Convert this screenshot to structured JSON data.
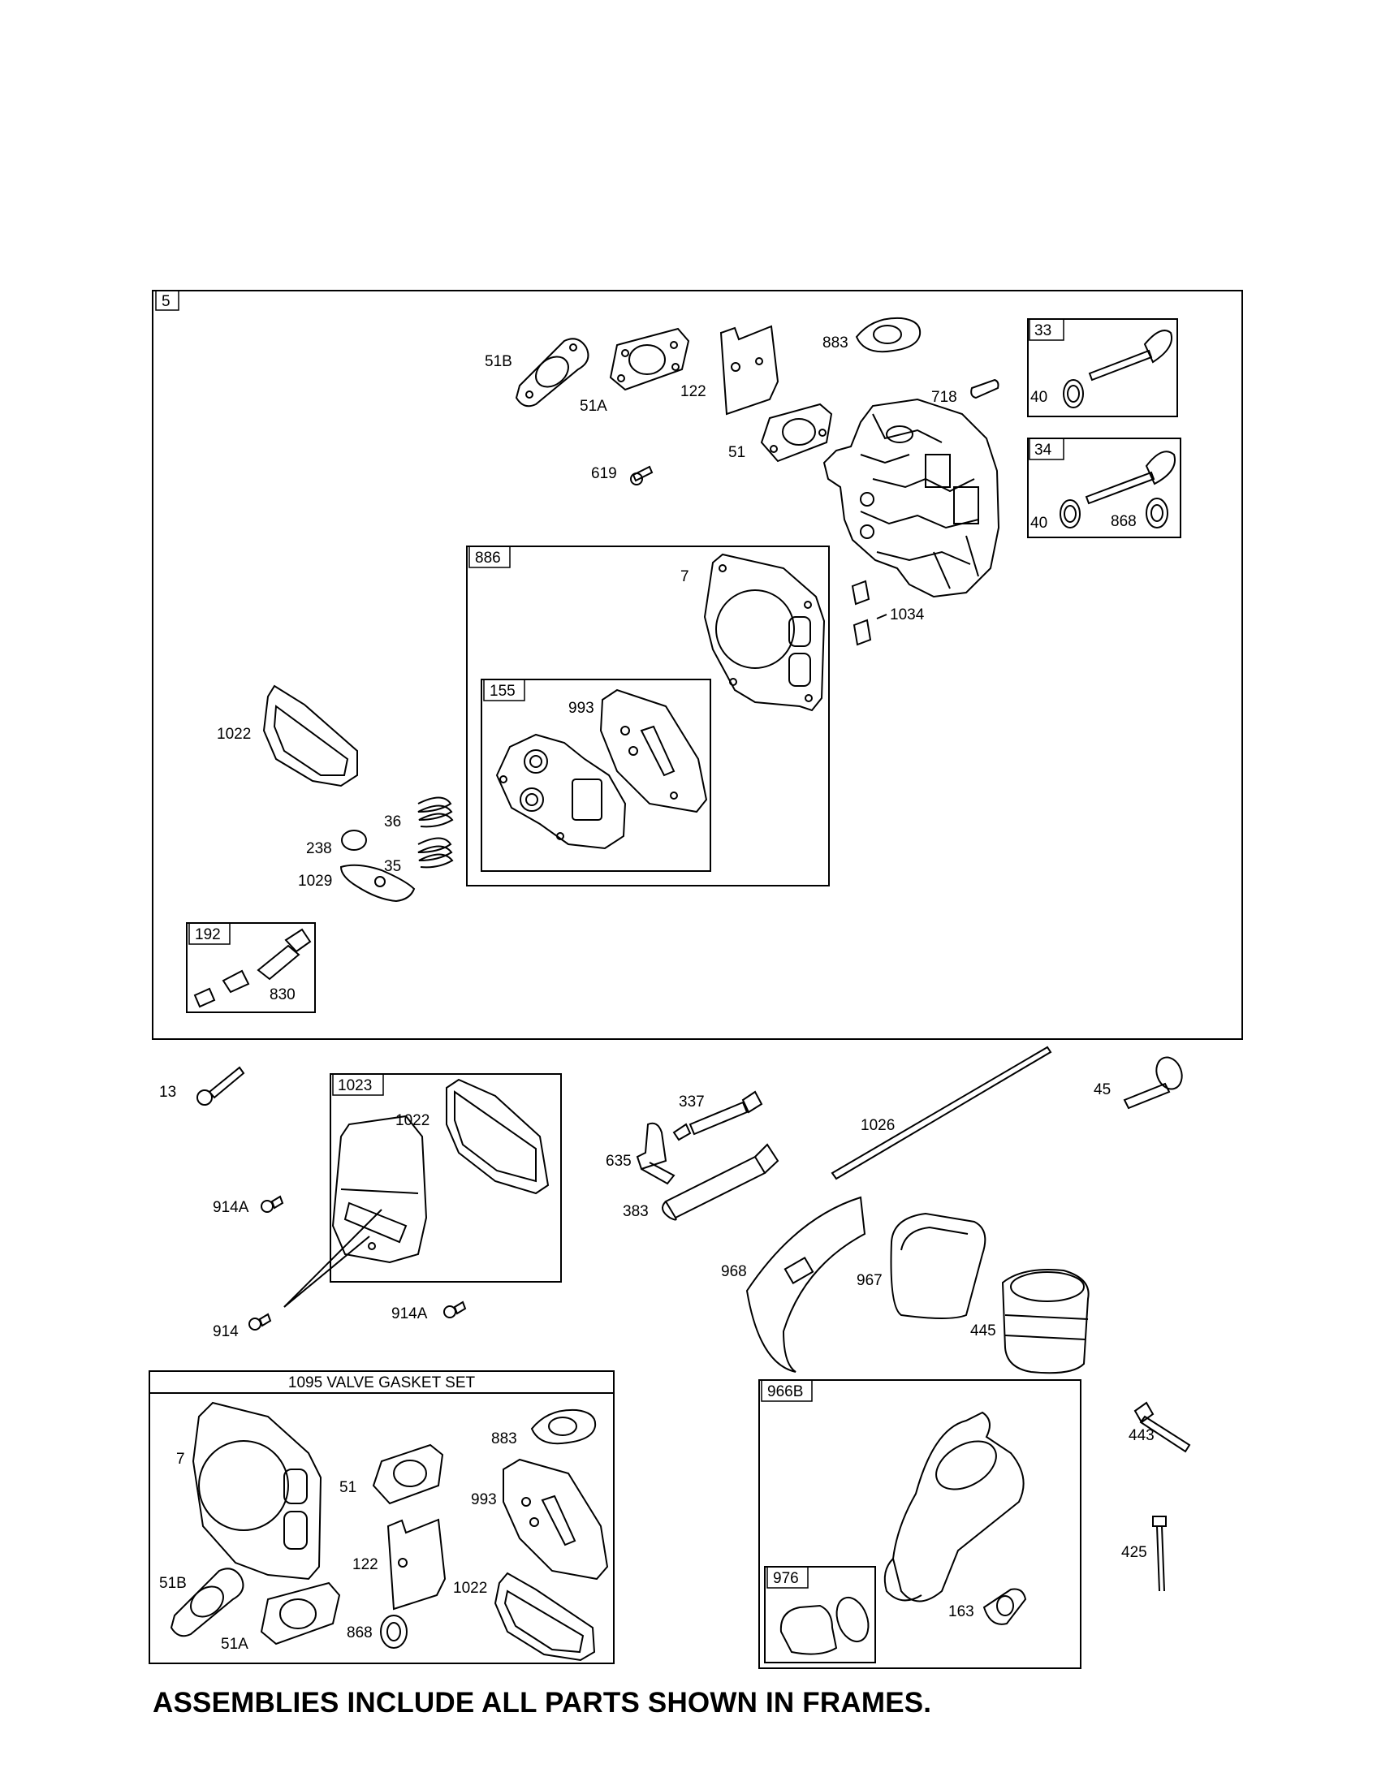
{
  "frames": [
    {
      "id": "f5",
      "label": "5"
    },
    {
      "id": "f33",
      "label": "33"
    },
    {
      "id": "f34",
      "label": "34"
    },
    {
      "id": "f886",
      "label": "886"
    },
    {
      "id": "f155",
      "label": "155"
    },
    {
      "id": "f192",
      "label": "192"
    },
    {
      "id": "f1023",
      "label": "1023"
    },
    {
      "id": "f1095",
      "label": "1095 VALVE GASKET SET"
    },
    {
      "id": "f966b",
      "label": "966B"
    },
    {
      "id": "f976",
      "label": "976"
    }
  ],
  "labels": [
    {
      "id": "l51b",
      "text": "51B"
    },
    {
      "id": "l51a",
      "text": "51A"
    },
    {
      "id": "l122",
      "text": "122"
    },
    {
      "id": "l883",
      "text": "883"
    },
    {
      "id": "l718",
      "text": "718"
    },
    {
      "id": "l51",
      "text": "51"
    },
    {
      "id": "l619",
      "text": "619"
    },
    {
      "id": "l40a",
      "text": "40"
    },
    {
      "id": "l40b",
      "text": "40"
    },
    {
      "id": "l868",
      "text": "868"
    },
    {
      "id": "l7",
      "text": "7"
    },
    {
      "id": "l1034",
      "text": "1034"
    },
    {
      "id": "l993",
      "text": "993"
    },
    {
      "id": "l1022",
      "text": "1022"
    },
    {
      "id": "l36",
      "text": "36"
    },
    {
      "id": "l238",
      "text": "238"
    },
    {
      "id": "l35",
      "text": "35"
    },
    {
      "id": "l1029",
      "text": "1029"
    },
    {
      "id": "l830",
      "text": "830"
    },
    {
      "id": "l13",
      "text": "13"
    },
    {
      "id": "l1022b",
      "text": "1022"
    },
    {
      "id": "l914a1",
      "text": "914A"
    },
    {
      "id": "l914",
      "text": "914"
    },
    {
      "id": "l914a2",
      "text": "914A"
    },
    {
      "id": "l337",
      "text": "337"
    },
    {
      "id": "l635",
      "text": "635"
    },
    {
      "id": "l383",
      "text": "383"
    },
    {
      "id": "l1026",
      "text": "1026"
    },
    {
      "id": "l45",
      "text": "45"
    },
    {
      "id": "l968",
      "text": "968"
    },
    {
      "id": "l967",
      "text": "967"
    },
    {
      "id": "l445",
      "text": "445"
    },
    {
      "id": "l443",
      "text": "443"
    },
    {
      "id": "l425",
      "text": "425"
    },
    {
      "id": "l163",
      "text": "163"
    },
    {
      "id": "k7",
      "text": "7"
    },
    {
      "id": "k51",
      "text": "51"
    },
    {
      "id": "k883",
      "text": "883"
    },
    {
      "id": "k993",
      "text": "993"
    },
    {
      "id": "k122",
      "text": "122"
    },
    {
      "id": "k1022",
      "text": "1022"
    },
    {
      "id": "k51b",
      "text": "51B"
    },
    {
      "id": "k51a",
      "text": "51A"
    },
    {
      "id": "k868",
      "text": "868"
    }
  ],
  "footer": "ASSEMBLIES INCLUDE ALL PARTS SHOWN IN FRAMES."
}
